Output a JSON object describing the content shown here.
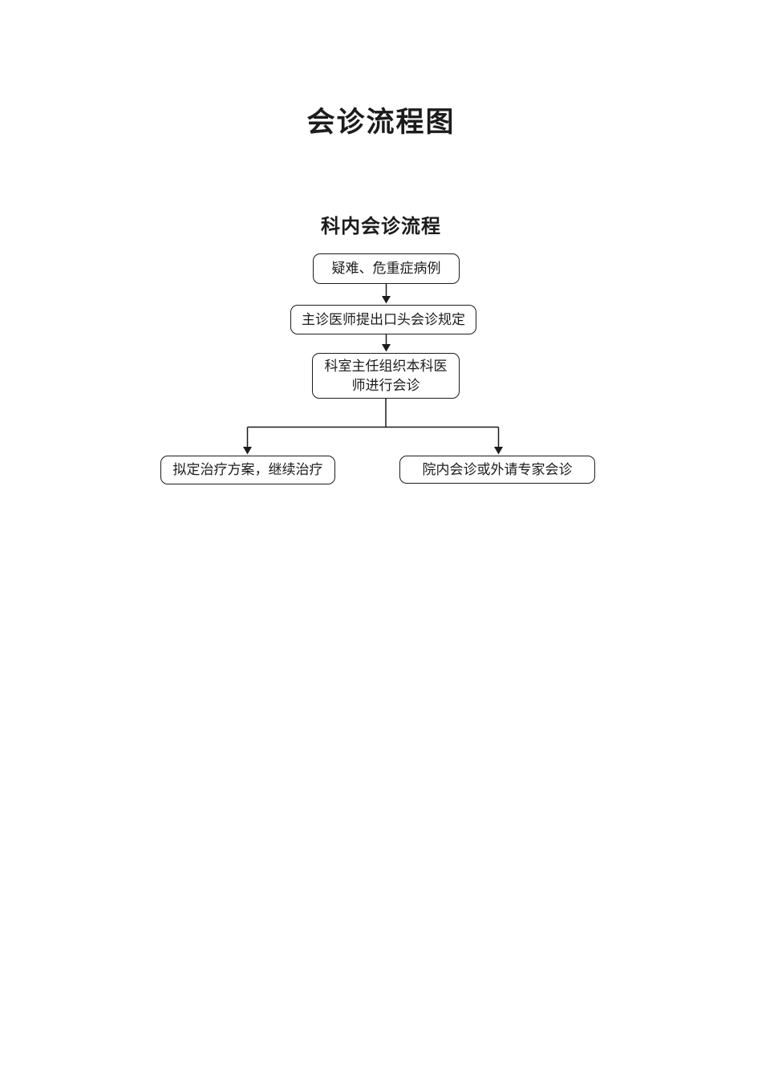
{
  "page": {
    "title": "会诊流程图",
    "section_title": "科内会诊流程",
    "background_color": "#ffffff",
    "line_color": "#1c1c1c"
  },
  "flowchart": {
    "nodes": [
      {
        "id": "cases",
        "label": "疑难、危重症病例"
      },
      {
        "id": "oral-request",
        "label": "主诊医师提出口头会诊规定"
      },
      {
        "id": "organize-consult",
        "label": "科室主任组织本科医师进行会诊"
      },
      {
        "id": "treatment-plan",
        "label": "拟定治疗方案，继续治疗"
      },
      {
        "id": "hospital-consult",
        "label": "院内会诊或外请专家会诊"
      }
    ],
    "edges": [
      {
        "from": "cases",
        "to": "oral-request"
      },
      {
        "from": "oral-request",
        "to": "organize-consult"
      },
      {
        "from": "organize-consult",
        "to": "treatment-plan"
      },
      {
        "from": "organize-consult",
        "to": "hospital-consult"
      }
    ]
  }
}
